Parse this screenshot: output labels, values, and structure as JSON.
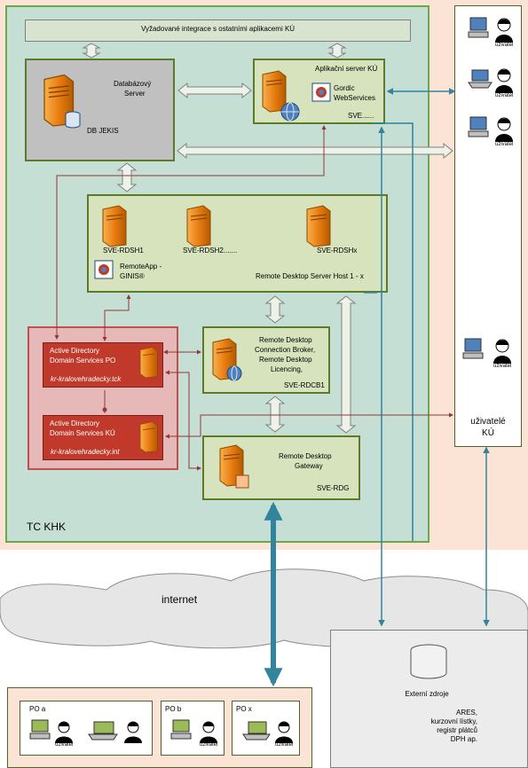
{
  "integration_bar": "Vyžadované integrace s ostatními aplikacemi KÚ",
  "db_server": {
    "title_line1": "Databázový",
    "title_line2": "Server",
    "db_label": "DB JEKIS"
  },
  "app_server": {
    "title": "Aplikační server KÚ",
    "service_line1": "Gordic",
    "service_line2": "WebServices",
    "name": "SVE......"
  },
  "rdsh": {
    "server1": "SVE-RDSH1",
    "server2": "SVE-RDSH2.......",
    "server3": "SVE-RDSHx",
    "app_line1": "RemoteApp -",
    "app_line2": "GINIS®",
    "host_label": "Remote Desktop Server Host 1 - x"
  },
  "ad_po": {
    "line1": "Active Directory",
    "line2": "Domain Services PO",
    "domain": "kr-kralovehradecky.tck"
  },
  "ad_ku": {
    "line1": "Active Directory",
    "line2": "Domain Services KÚ",
    "domain": "kr-kralovehradecky.int"
  },
  "broker": {
    "line1": "Remote Desktop",
    "line2": "Connection Broker,",
    "line3": "Remote Desktop",
    "line4": "Licencing,",
    "name": "SVE-RDCB1"
  },
  "gateway": {
    "line1": "Remote Desktop",
    "line2": "Gateway",
    "name": "SVE-RDG"
  },
  "tc_label": "TC KHK",
  "users": {
    "user_label": "uživatel",
    "group_line1": "uživatelé",
    "group_line2": "KÚ"
  },
  "internet_label": "internet",
  "external": {
    "title": "Externí zdroje",
    "line1": "ARES,",
    "line2": "kurzovní lístky,",
    "line3": "registr plátců",
    "line4": "DPH ap."
  },
  "po": {
    "a": "PO a",
    "b": "PO b",
    "x": "PO x"
  },
  "colors": {
    "tc_bg": "#c6dfd5",
    "green_box": "#d6e3bc",
    "ad_outer": "#e6b8b7",
    "ad_inner": "#c0392b",
    "teal_arrow": "#31849b",
    "brown_arrow": "#943634"
  }
}
